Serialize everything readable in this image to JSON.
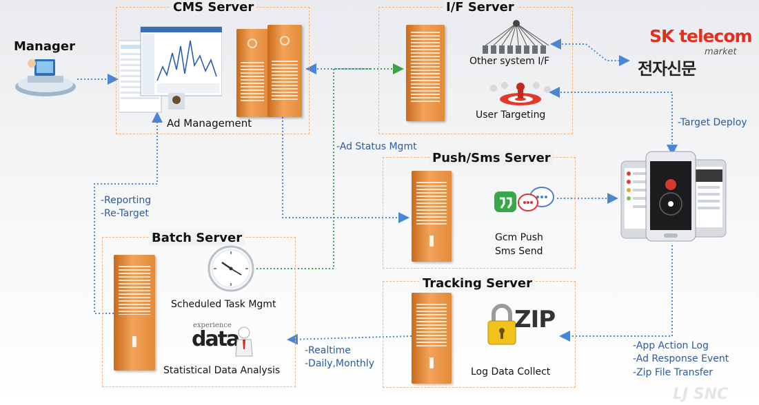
{
  "servers": {
    "cms": {
      "title": "CMS Server",
      "label": "Ad Management"
    },
    "if": {
      "title": "I/F Server",
      "other_label": "Other system I/F",
      "targeting_label": "User Targeting"
    },
    "push": {
      "title": "Push/Sms Server",
      "label_line1": "Gcm Push",
      "label_line2": "Sms Send"
    },
    "batch": {
      "title": "Batch Server",
      "scheduled_label": "Scheduled Task Mgmt",
      "stats_label": "Statistical Data Analysis"
    },
    "tracking": {
      "title": "Tracking Server",
      "label": "Log Data Collect"
    }
  },
  "manager": {
    "label": "Manager"
  },
  "external": {
    "brand1": "SK telecom",
    "brand2": "전자신문",
    "brand3": "market"
  },
  "notes": {
    "ad_status": "-Ad Status Mgmt",
    "reporting": "-Reporting",
    "retarget": "-Re-Target",
    "target_deploy": "-Target Deploy",
    "realtime": "-Realtime",
    "daily_monthly": "-Daily,Monthly",
    "app_action": "-App Action Log",
    "ad_response": "-Ad Response Event",
    "zip_transfer": "-Zip File Transfer"
  },
  "icons": {
    "zip_text": "ZIP",
    "data_text": "data",
    "experience_text": "experience"
  },
  "watermark": "LJ SNC",
  "colors": {
    "server": "#e48a3a",
    "box_border": "#f3b27c",
    "blue_flow": "#4a86d6",
    "green_flow": "#3aa04a",
    "note_text": "#2c5aa0"
  }
}
